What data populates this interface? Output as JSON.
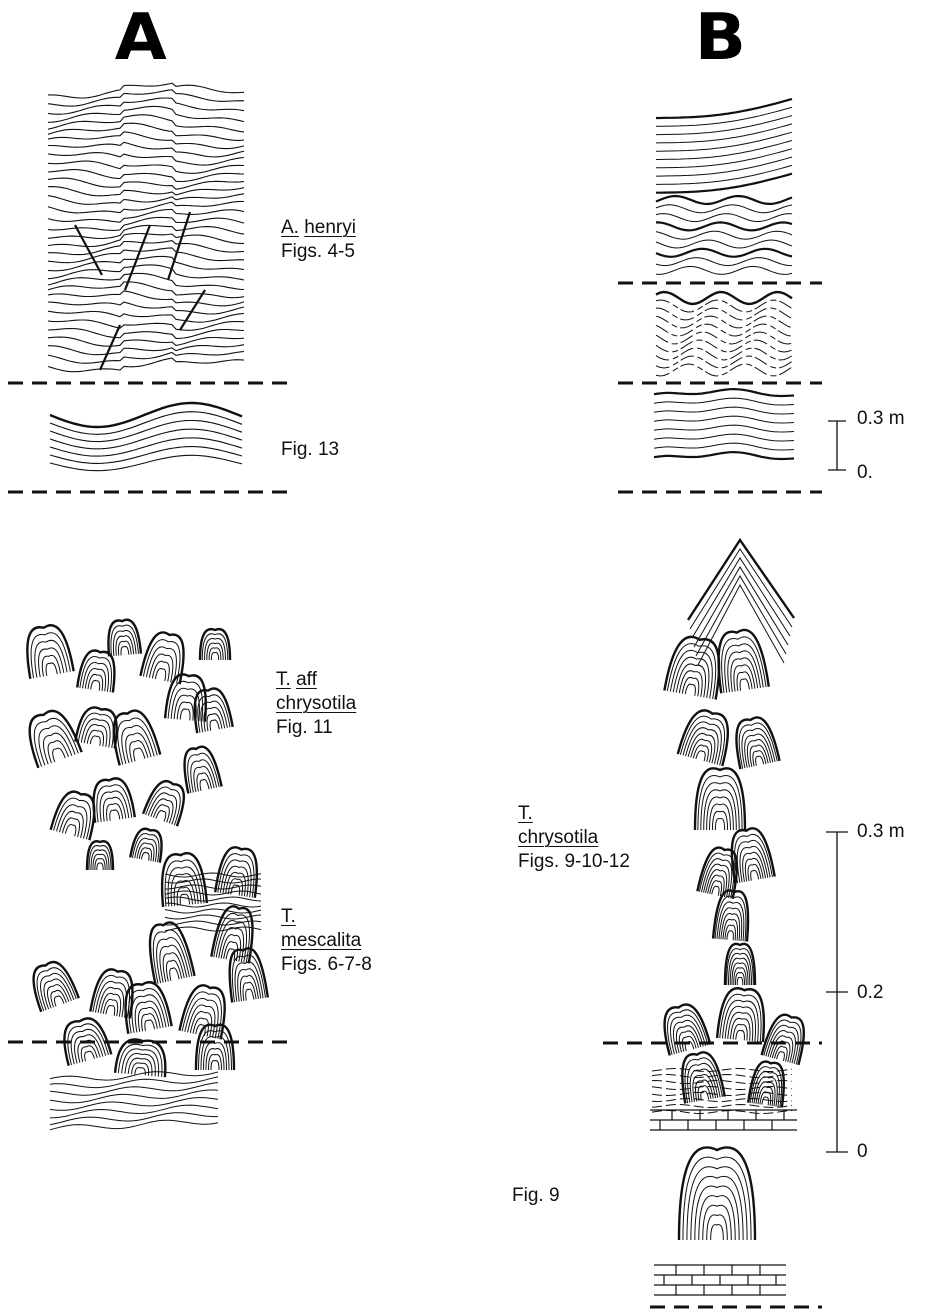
{
  "columns": {
    "a_title": "A",
    "b_title": "B"
  },
  "labels": {
    "henryi_genus": "A.",
    "henryi_species": "henryi",
    "henryi_figs": "Figs. 4-5",
    "fig13": "Fig. 13",
    "aff_genus": "T.",
    "aff_word": "aff",
    "aff_species": "chrysotila",
    "aff_fig": "Fig. 11",
    "mescalita_genus": "T.",
    "mescalita_species": "mescalita",
    "mescalita_figs": "Figs. 6-7-8",
    "chrysotila_genus": "T.",
    "chrysotila_species": "chrysotila",
    "chrysotila_figs": "Figs. 9-10-12",
    "fig9": "Fig. 9"
  },
  "scales": {
    "small_top": "0.3 m",
    "small_bottom": "0.",
    "large_top": "0.3 m",
    "large_mid": "0.2",
    "large_bottom": "0"
  }
}
